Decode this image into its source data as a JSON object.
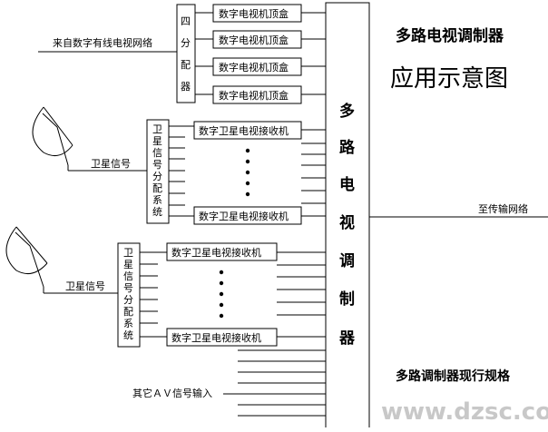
{
  "title_line1": "多路电视调制器",
  "title_line2": "应用示意图",
  "title_bottom": "多路调制器现行规格",
  "source_cable": "来自数字有线电视网络",
  "splitter_chars": [
    "四",
    "分",
    "配",
    "器"
  ],
  "set_top_box_label": "数字电视机顶盒",
  "satellite_signal_1": "卫星信号",
  "satellite_signal_2": "卫星信号",
  "sat_splitter_chars": [
    "卫",
    "星",
    "信",
    "号",
    "分",
    "配",
    "系",
    "统"
  ],
  "sat_receiver_label": "数字卫星电视接收机",
  "modulator_chars": [
    "多",
    "路",
    "电",
    "视",
    "调",
    "制",
    "器"
  ],
  "output_label": "至传输网络",
  "av_input_label": "其它ＡＶ信号输入",
  "watermark": "www.dzsc.com"
}
